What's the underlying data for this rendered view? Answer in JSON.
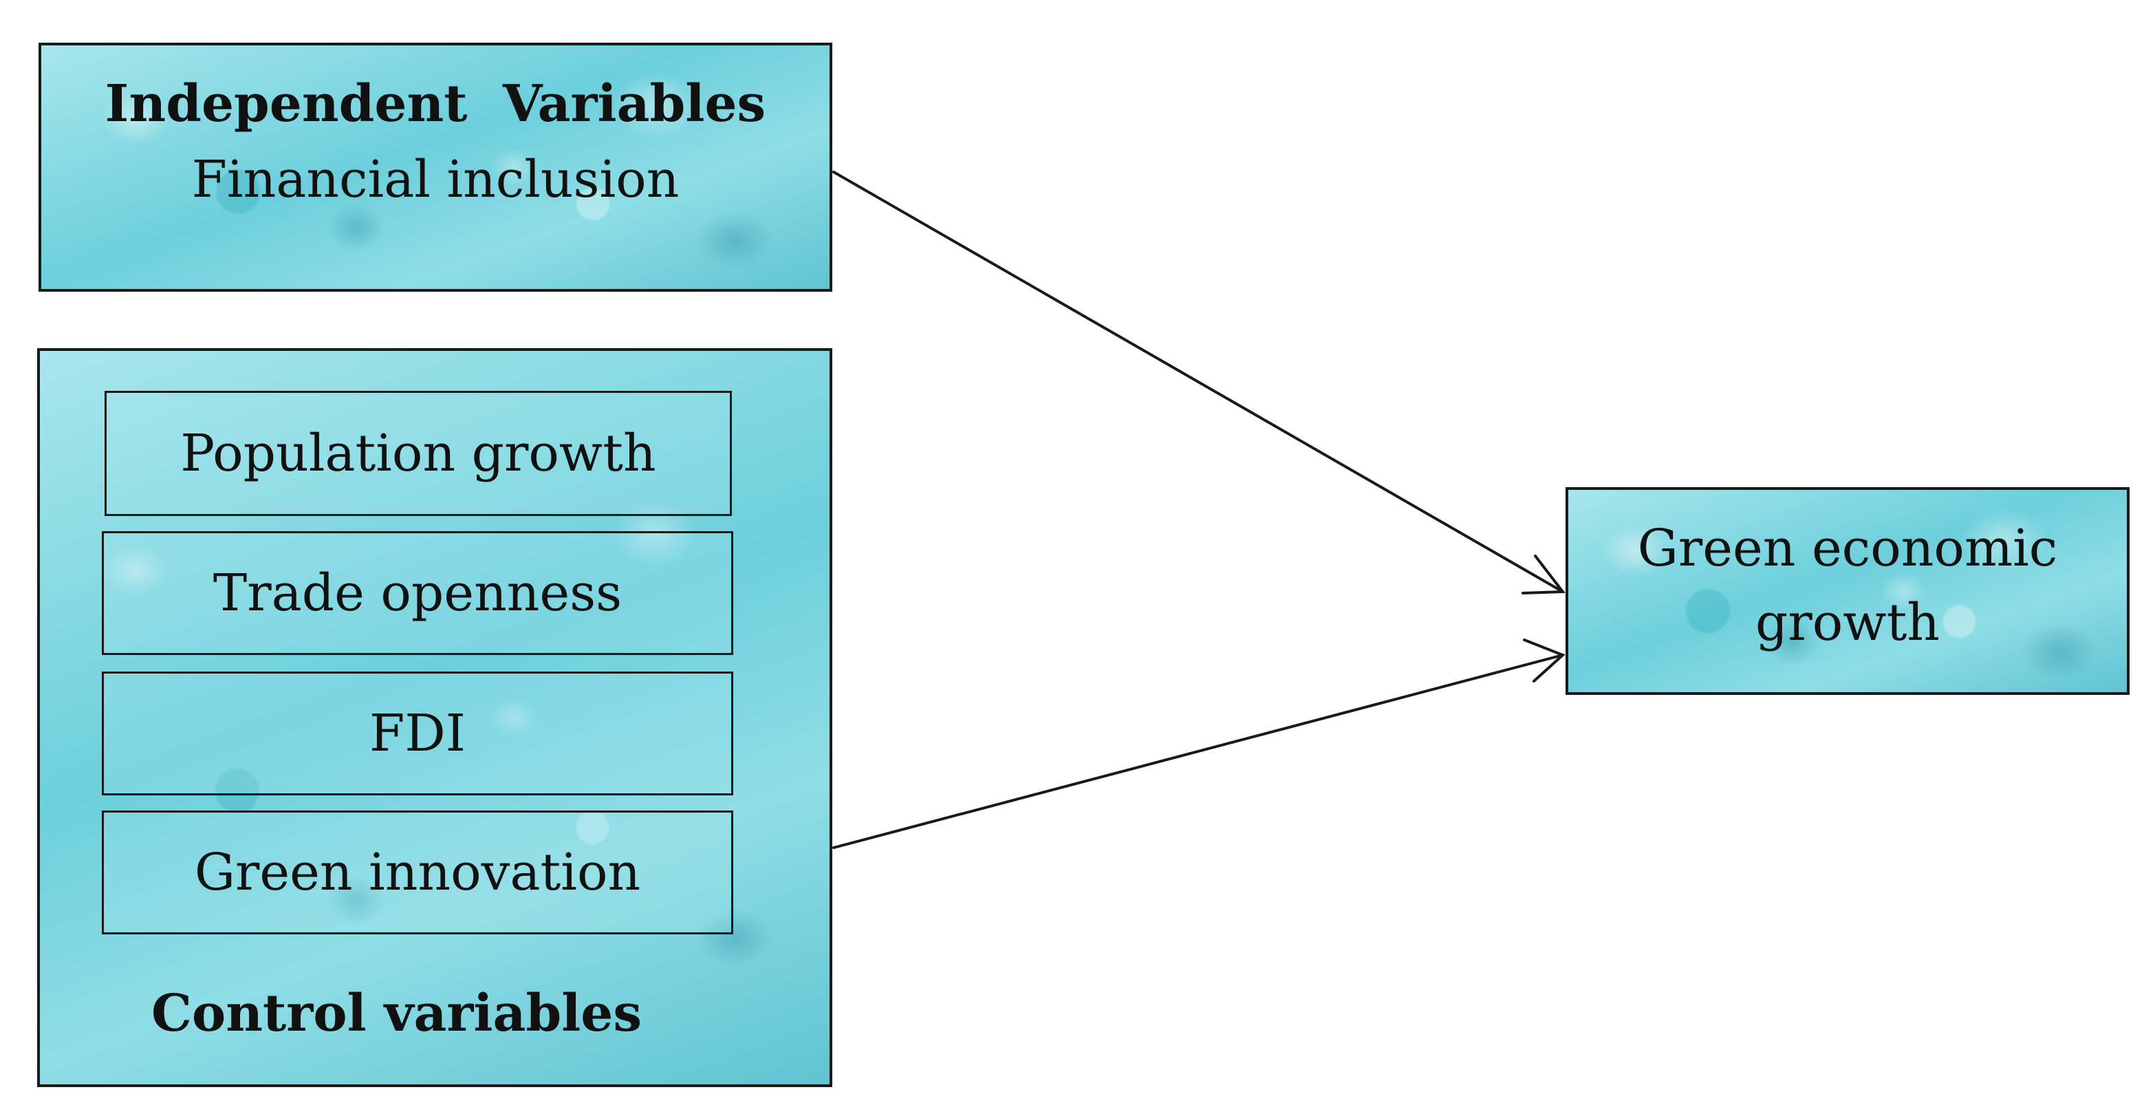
{
  "independent": {
    "heading": "Independent  Variables",
    "item": "Financial inclusion"
  },
  "control": {
    "items": [
      "Population growth",
      "Trade openness",
      "FDI",
      "Green innovation"
    ],
    "heading": "Control variables"
  },
  "outcome": {
    "line1": "Green economic",
    "line2": "growth"
  }
}
